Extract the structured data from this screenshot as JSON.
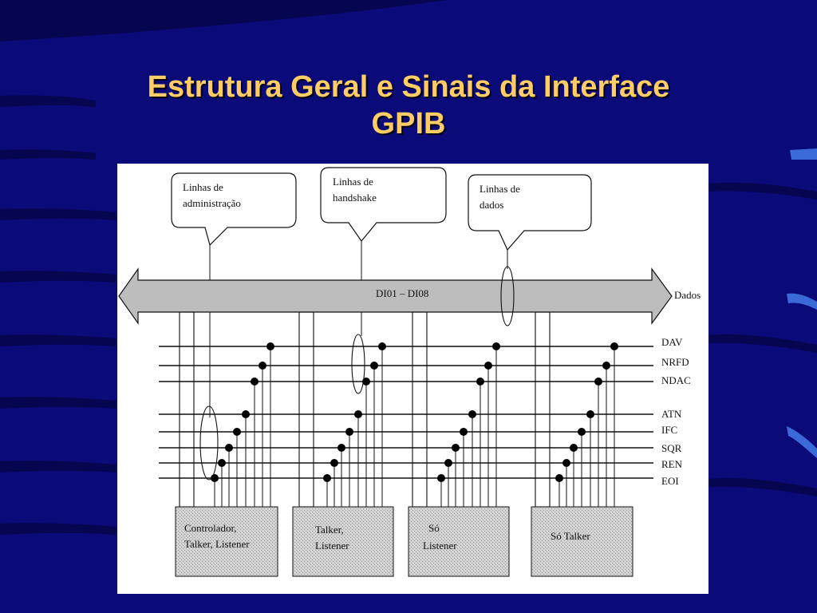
{
  "title": {
    "line1": "Estrutura Geral e Sinais da Interface",
    "line2": "GPIB"
  },
  "colors": {
    "background": "#0a0a78",
    "title": "#ffcc66",
    "bus_fill": "#bdbdbd",
    "device_fill": "#d2d2d2"
  },
  "diagram": {
    "callouts": [
      {
        "line1": "Linhas de",
        "line2": "administração"
      },
      {
        "line1": "Linhas de",
        "line2": "handshake"
      },
      {
        "line1": "Linhas de",
        "line2": "dados"
      }
    ],
    "data_bus_label": "DI01 – DI08",
    "data_label": "Dados",
    "handshake_lines": [
      "DAV",
      "NRFD",
      "NDAC"
    ],
    "management_lines": [
      "ATN",
      "IFC",
      "SQR",
      "REN",
      "EOI"
    ],
    "devices": [
      {
        "line1": "Controlador,",
        "line2": "Talker, Listener"
      },
      {
        "line1": "Talker,",
        "line2": "Listener"
      },
      {
        "line1": "Só",
        "line2": "Listener"
      },
      {
        "line1": "Só Talker",
        "line2": ""
      }
    ]
  }
}
